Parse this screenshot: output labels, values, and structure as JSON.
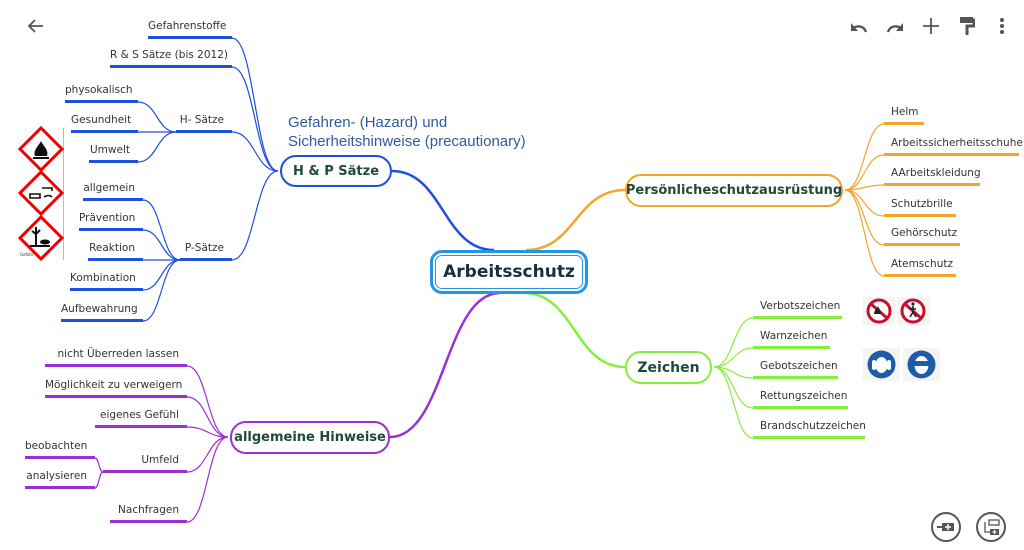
{
  "central": "Arbeitsschutz",
  "hp": {
    "label": "H & P Sätze",
    "note_line1": "Gefahren- (Hazard) und",
    "note_line2": "Sicherheitshinweise (precautionary)",
    "children": [
      "Gefahrenstoffe",
      "R & S Sätze (bis 2012)"
    ],
    "h": {
      "label": "H- Sätze",
      "children": [
        "physokalisch",
        "Gesundheit",
        "Umwelt"
      ]
    },
    "p": {
      "label": "P-Sätze",
      "children": [
        "allgemein",
        "Prävention",
        "Reaktion",
        "Kombination",
        "Aufbewahrung"
      ]
    },
    "ghs_caption": "Gefahr"
  },
  "psa": {
    "label": "Persönlicheschutzausrüstung",
    "children": [
      "Helm",
      "Arbeitssicherheitsschuhe",
      "AArbeitskleidung",
      "Schutzbrille",
      "Gehörschutz",
      "Atemschutz"
    ]
  },
  "zeichen": {
    "label": "Zeichen",
    "children": [
      "Verbotszeichen",
      "Warnzeichen",
      "Gebotszeichen",
      "Rettungszeichen",
      "Brandschutzzeichen"
    ]
  },
  "hinweise": {
    "label": "allgemeine Hinweise",
    "children": [
      "nicht Überreden lassen",
      "Möglichkeit zu verweigern",
      "eigenes Gefühl"
    ],
    "umfeld": {
      "label": "Umfeld",
      "children": [
        "beobachten",
        "analysieren"
      ]
    },
    "last": "Nachfragen"
  },
  "colors": {
    "hp": "#1f4fe0",
    "psa": "#f3a52a",
    "zeichen": "#86ee3c",
    "hinweise": "#9b2fd6",
    "central": "#2496e8"
  }
}
